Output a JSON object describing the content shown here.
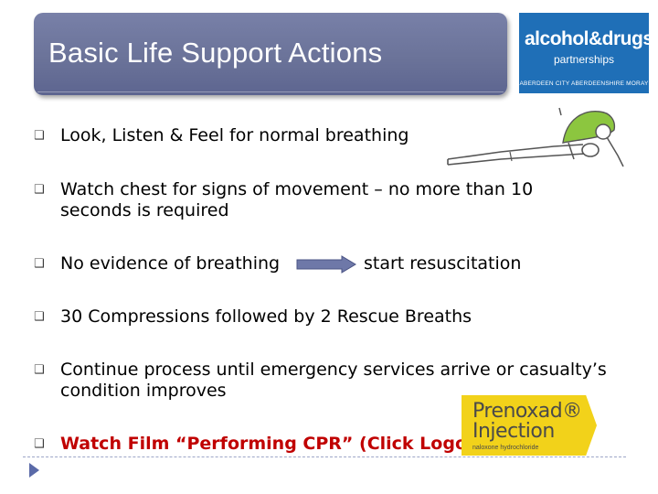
{
  "slide": {
    "title": "Basic Life Support Actions",
    "bullets": [
      "Look, Listen & Feel for normal breathing",
      "Watch chest for signs of movement – no more than 10 seconds is required",
      "No evidence of breathing",
      "30 Compressions followed by 2 Rescue Breaths",
      "Continue process until emergency services arrive or casualty’s condition improves",
      "Watch Film “Performing CPR” (Click Logo)"
    ],
    "arrow_target_text": "start resuscitation",
    "bullet_mark": "❑"
  },
  "logos": {
    "adp": {
      "line1": "alcohol&drugs",
      "line2": "partnerships",
      "line3": "ABERDEEN CITY ABERDEENSHIRE MORAY"
    },
    "prenoxad": {
      "line1": "Prenoxad®",
      "line2": "Injection",
      "line3": "naloxone hydrochloride"
    }
  },
  "colors": {
    "title_banner": "#6b7399",
    "adp_logo_bg": "#1f6fb7",
    "prenoxad_bg": "#f2d21a",
    "link_red": "#c00000",
    "arrow": "#6e78a8",
    "rescuer_shirt": "#8cc63f"
  },
  "icons": [
    "bullet-icon",
    "right-arrow-icon",
    "cpr-illustration",
    "nav-triangle-icon"
  ]
}
